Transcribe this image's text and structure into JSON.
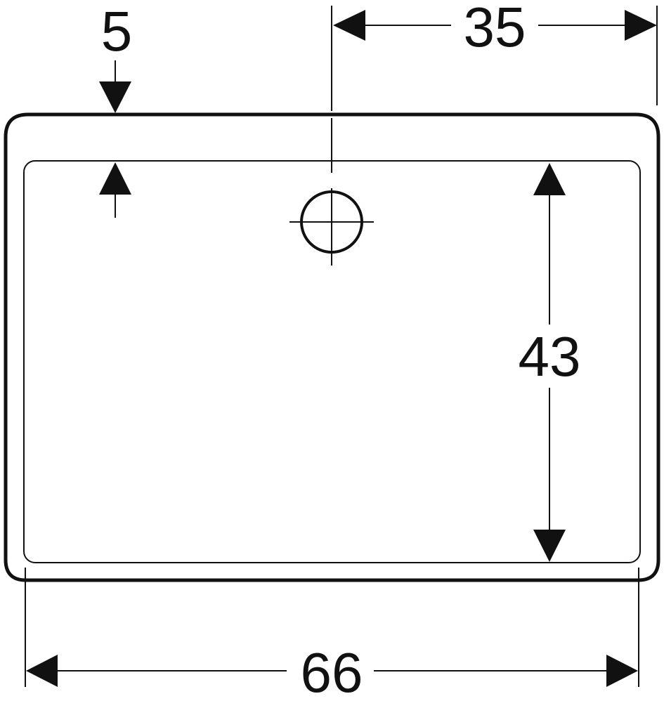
{
  "diagram": {
    "dimensions": {
      "rim_width": "5",
      "drain_offset": "35",
      "basin_depth": "43",
      "overall_width": "66"
    },
    "colors": {
      "stroke": "#111111",
      "background": "#ffffff"
    }
  }
}
